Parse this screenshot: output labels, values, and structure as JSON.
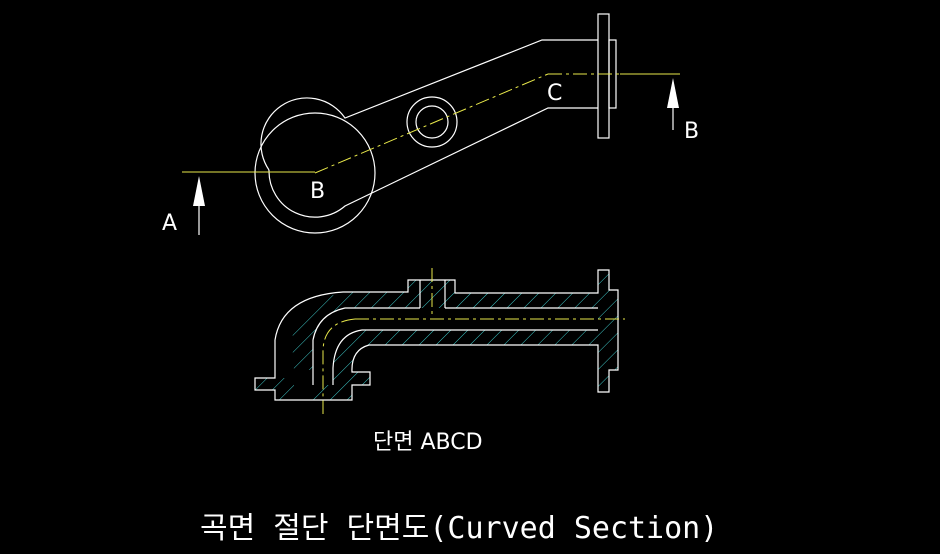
{
  "labels": {
    "a": "A",
    "b_top": "B",
    "c": "C",
    "b_right": "B"
  },
  "section_label": "단면 ABCD",
  "title": "곡면 절단 단면도(Curved Section)",
  "colors": {
    "background": "#000000",
    "line": "#ffffff",
    "centerline": "#e8e84a",
    "hatch": "#3ec8c8"
  }
}
